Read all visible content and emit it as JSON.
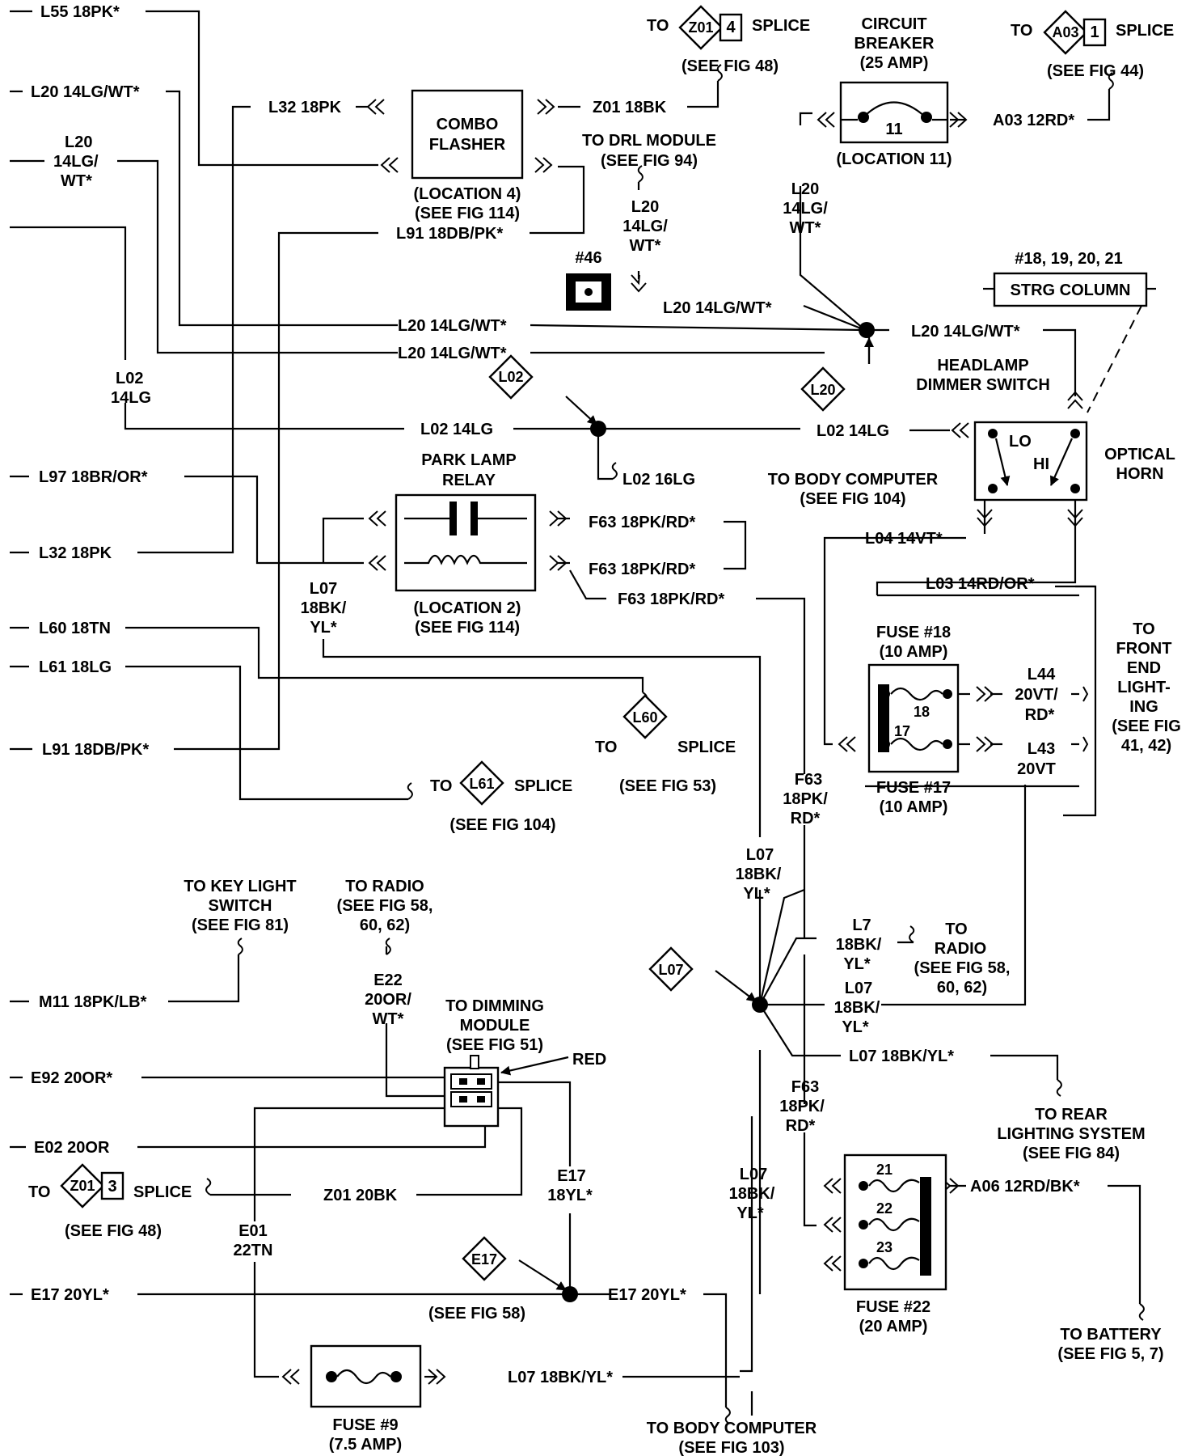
{
  "left_wires": {
    "l55": "L55 18PK*",
    "l20_top": "L20 14LG/WT*",
    "l20_stack": [
      "L20",
      "14LG/",
      "WT*"
    ],
    "l02_stack": [
      "L02",
      "14LG"
    ],
    "l97": "L97 18BR/OR*",
    "l32": "L32 18PK",
    "l60": "L60 18TN",
    "l61": "L61 18LG",
    "l91": "L91 18DB/PK*",
    "m11": "M11 18PK/LB*",
    "e92": "E92 20OR*",
    "e02": "E02 20OR",
    "e17": "E17 20YL*"
  },
  "combo_flasher": {
    "title": [
      "COMBO",
      "FLASHER"
    ],
    "location": [
      "(LOCATION 4)",
      "(SEE FIG 114)"
    ],
    "in_l32": "L32 18PK",
    "out_z01": "Z01 18BK",
    "out_l91": "L91 18DB/PK*"
  },
  "z01_splice_top": {
    "to": "TO",
    "id": "Z01",
    "num": "4",
    "splice": "SPLICE",
    "see": "(SEE FIG 48)"
  },
  "drl": {
    "line1": "TO DRL MODULE",
    "line2": "(SEE FIG 94)",
    "wire": [
      "L20",
      "14LG/",
      "WT*"
    ]
  },
  "connector_46": {
    "label": "#46",
    "wire": "L20 14LG/WT*"
  },
  "circuit_breaker": {
    "title": [
      "CIRCUIT",
      "BREAKER",
      "(25 AMP)"
    ],
    "num": "11",
    "location": "(LOCATION 11)",
    "out": "A03 12RD*",
    "wire_down": [
      "L20",
      "14LG/",
      "WT*"
    ]
  },
  "a03_splice": {
    "to": "TO",
    "id": "A03",
    "num": "1",
    "splice": "SPLICE",
    "see": "(SEE FIG 44)"
  },
  "steering_column": {
    "ids": "#18, 19, 20, 21",
    "label": "STRG COLUMN"
  },
  "dimmer": {
    "wire_in": "L20 14LG/WT*",
    "title": [
      "HEADLAMP",
      "DIMMER SWITCH"
    ],
    "lo": "LO",
    "hi": "HI",
    "optical_horn": [
      "OPTICAL",
      "HORN"
    ]
  },
  "mid_wires": {
    "l20_a": "L20 14LG/WT*",
    "l20_b": "L20 14LG/WT*",
    "l02_a": "L02 14LG",
    "l02_b": "L02 14LG",
    "l02_16": "L02 16LG",
    "l04": "L04 14VT*",
    "l03": "L03 14RD/OR*"
  },
  "splice_ids": {
    "l20": "L20",
    "l02": "L02",
    "l07": "L07",
    "e17": "E17"
  },
  "body_computer_top": {
    "line1": "TO BODY COMPUTER",
    "line2": "(SEE FIG 104)"
  },
  "park_lamp_relay": {
    "title": [
      "PARK LAMP",
      "RELAY"
    ],
    "location": [
      "(LOCATION 2)",
      "(SEE FIG 114)"
    ],
    "f63_a": "F63 18PK/RD*",
    "f63_b": "F63 18PK/RD*",
    "f63_c": "F63 18PK/RD*",
    "l07_stack": [
      "L07",
      "18BK/",
      "YL*"
    ]
  },
  "l60_splice": {
    "to": "TO",
    "id": "L60",
    "splice": "SPLICE",
    "see": "(SEE FIG 53)"
  },
  "l61_splice": {
    "to": "TO",
    "id": "L61",
    "splice": "SPLICE",
    "see": "(SEE FIG 104)"
  },
  "fuse_18_17": {
    "top": [
      "FUSE #18",
      "(10 AMP)"
    ],
    "n18": "18",
    "n17": "17",
    "bottom": [
      "FUSE #17",
      "(10 AMP)"
    ],
    "l44": [
      "L44",
      "20VT/",
      "RD*"
    ],
    "l43": [
      "L43",
      "20VT"
    ]
  },
  "front_end": [
    "TO",
    "FRONT",
    "END",
    "LIGHT-",
    "ING",
    "(SEE FIG",
    "41, 42)"
  ],
  "center_wires": {
    "f63_mid": [
      "F63",
      "18PK/",
      "RD*"
    ],
    "l07_mid": [
      "L07",
      "18BK/",
      "YL*"
    ],
    "l7_radio": [
      "L7",
      "18BK/",
      "YL*"
    ],
    "l07_right": [
      "L07",
      "18BK/",
      "YL*"
    ],
    "l07_rear": "L07 18BK/YL*",
    "f63_low": [
      "F63",
      "18PK/",
      "RD*"
    ],
    "l07_low": [
      "L07",
      "18BK/",
      "YL*"
    ]
  },
  "radio_right": [
    "TO",
    "RADIO",
    "(SEE FIG 58,",
    "60, 62)"
  ],
  "rear_lighting": [
    "TO REAR",
    "LIGHTING SYSTEM",
    "(SEE FIG 84)"
  ],
  "key_light": [
    "TO KEY LIGHT",
    "SWITCH",
    "(SEE FIG 81)"
  ],
  "radio_left": [
    "TO RADIO",
    "(SEE FIG 58,",
    "60, 62)"
  ],
  "e22": [
    "E22",
    "20OR/",
    "WT*"
  ],
  "dimming_module": [
    "TO DIMMING",
    "MODULE",
    "(SEE FIG 51)"
  ],
  "red_label": "RED",
  "z01_splice_bottom": {
    "to": "TO",
    "id": "Z01",
    "num": "3",
    "splice": "SPLICE",
    "see": "(SEE FIG 48)"
  },
  "z01_20bk": "Z01 20BK",
  "e01": [
    "E01",
    "22TN"
  ],
  "e17_stack": [
    "E17",
    "18YL*"
  ],
  "e17_see": "(SEE FIG 58)",
  "e17_right": "E17 20YL*",
  "fuse_22": {
    "n21": "21",
    "n22": "22",
    "n23": "23",
    "out": "A06 12RD/BK*",
    "label": [
      "FUSE #22",
      "(20 AMP)"
    ]
  },
  "battery": [
    "TO BATTERY",
    "(SEE FIG 5, 7)"
  ],
  "fuse_9": {
    "out": "L07 18BK/YL*",
    "label": [
      "FUSE #9",
      "(7.5 AMP)"
    ]
  },
  "body_computer_bottom": [
    "TO BODY COMPUTER",
    "(SEE FIG 103)"
  ]
}
